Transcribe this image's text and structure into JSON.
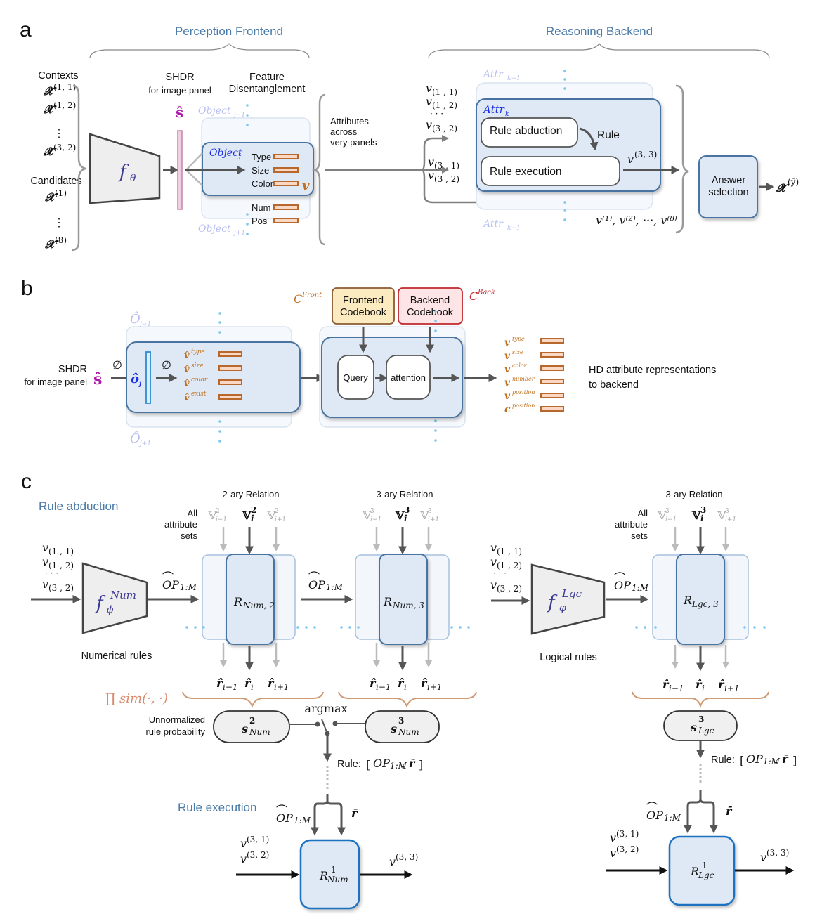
{
  "panel_a": {
    "letter": "a",
    "perception_title": "Perception Frontend",
    "reasoning_title": "Reasoning Backend",
    "contexts_label": "Contexts",
    "contexts": [
      "𝓧",
      "𝓧",
      "𝓧"
    ],
    "context_sups": [
      "(1, 1)",
      "(1, 2)",
      "(3, 2)"
    ],
    "candidates_label": "Candidates",
    "candidate_sups": [
      "(1)",
      "(8)"
    ],
    "vdots": "⋮",
    "encoder_f": "f",
    "encoder_sub": "θ",
    "shdr_title": "SHDR",
    "shdr_sub": "for image panel",
    "s_hat": "ŝ",
    "feature_title_1": "Feature",
    "feature_title_2": "Disentanglement",
    "object_prev": "Object",
    "object_prev_sub": "j−1",
    "object_cur": "Object",
    "object_cur_sub": "j",
    "object_next": "Object",
    "object_next_sub": "j+1",
    "attributes": [
      "Type",
      "Size",
      "Color",
      "Num",
      "Pos"
    ],
    "v_symbol": "v",
    "across_label": [
      "Attributes",
      "across",
      "very panels"
    ],
    "ctx_inputs": [
      "(1 , 1)",
      "(1 , 2)",
      "· · ·",
      "(3 , 2)"
    ],
    "exec_inputs": [
      "(3 , 1)",
      "(3 , 2)"
    ],
    "attr_prev": "Attr",
    "attr_prev_sub": "k−1",
    "attr_cur": "Attr",
    "attr_cur_sub": "k",
    "attr_next": "Attr",
    "attr_next_sub": "k+1",
    "rule_abduction": "Rule abduction",
    "rule_label": "Rule",
    "rule_execution": "Rule execution",
    "v33": "v",
    "v33_sup": "(3, 3)",
    "candidates_v": "v⁽¹⁾, v⁽²⁾, ···, v⁽⁸⁾",
    "answer_selection": [
      "Answer",
      "selection"
    ],
    "output_x": "𝓧",
    "output_sup": "(ŷ)"
  },
  "panel_b": {
    "letter": "b",
    "shdr_title": "SHDR",
    "shdr_sub": "for image panel",
    "s_hat": "ŝ",
    "empty_set": "∅",
    "o_prev": "Ô",
    "o_prev_sub": "j−1",
    "o_cur": "ô",
    "o_cur_sub": "j",
    "o_next": "Ô",
    "o_next_sub": "j+1",
    "v_hat_attrs": [
      "type",
      "size",
      "color",
      "exist"
    ],
    "c_front": "C",
    "c_front_sup": "Front",
    "c_back": "C",
    "c_back_sup": "Back",
    "frontend_codebook": [
      "Frontend",
      "Codebook"
    ],
    "backend_codebook": [
      "Backend",
      "Codebook"
    ],
    "query": "Query",
    "attention": "attention",
    "out_attrs": [
      {
        "sym": "v",
        "sup": "type"
      },
      {
        "sym": "v",
        "sup": "size"
      },
      {
        "sym": "v",
        "sup": "color"
      },
      {
        "sym": "v",
        "sup": "number"
      },
      {
        "sym": "v",
        "sup": "position"
      },
      {
        "sym": "c",
        "sup": "position"
      }
    ],
    "hd_label": [
      "HD attribute representations",
      "to backend"
    ]
  },
  "panel_c": {
    "letter": "c",
    "rule_abduction_title": "Rule abduction",
    "rule_execution_title": "Rule execution",
    "inputs": [
      "(1 , 1)",
      "(1 , 2)",
      "· · ·",
      "(3 , 2)"
    ],
    "num_f": "f",
    "num_sup": "Num",
    "num_sub": "ϕ",
    "num_caption": "Numerical rules",
    "lgc_f": "f",
    "lgc_sup": "Lgc",
    "lgc_sub": "φ",
    "lgc_caption": "Logical rules",
    "op_label": "OP",
    "op_sub": "1:M",
    "relation_2": "2-ary Relation",
    "relation_3": "3-ary Relation",
    "all_attr_sets": [
      "All",
      "attribute",
      "sets"
    ],
    "V_sym": "𝕍",
    "V_subs": [
      "i−1",
      "i",
      "i+1"
    ],
    "R_num2": "R",
    "R_num2_sub": "Num, 2",
    "R_num3": "R",
    "R_num3_sub": "Num, 3",
    "R_lgc3": "R",
    "R_lgc3_sub": "Lgc, 3",
    "r_hat": "r̂",
    "r_subs": [
      "i−1",
      "i",
      "i+1"
    ],
    "sim_label": "∏ sim(·, ·)",
    "unnormalized": [
      "Unnormalized",
      "rule probability"
    ],
    "argmax": "argmax",
    "s_num2": "s",
    "s_num2_sup": "2",
    "s_num2_sub": "Num",
    "s_num3": "s",
    "s_num3_sup": "3",
    "s_num3_sub": "Num",
    "s_lgc3": "s",
    "s_lgc3_sup": "3",
    "s_lgc3_sub": "Lgc",
    "rule_bracket": "Rule:",
    "r_bar": "r̄",
    "exec_inputs_sup": [
      "(3, 1)",
      "(3, 2)"
    ],
    "exec_output_sup": "(3, 3)",
    "R_inv_num_sub": "Num",
    "R_inv_lgc_sub": "Lgc",
    "R_inv_sup": "-1"
  }
}
